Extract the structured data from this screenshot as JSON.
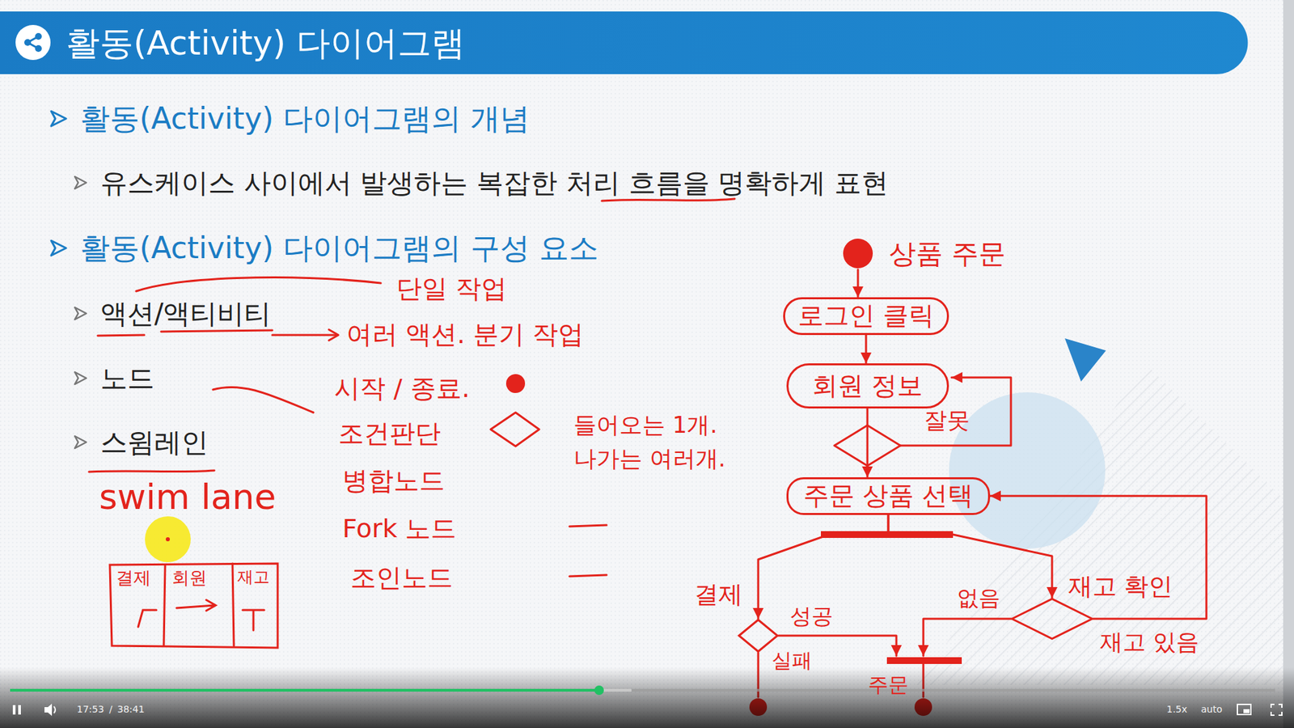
{
  "diagram": {
    "title": "활동(Activity) 다이어그램",
    "nodes": [
      {
        "text": [
          "상품 주문"
        ]
      },
      {
        "text": [
          "로그인 클릭"
        ]
      },
      {
        "text": [
          "회원 정보"
        ]
      },
      {
        "text": [
          "주문 상품 선택"
        ]
      },
      {
        "text": [
          "결제"
        ]
      },
      {
        "text": [
          "재고 확인"
        ]
      }
    ],
    "edges": [
      {
        "from": 0,
        "to": 1,
        "arrow": "to"
      },
      {
        "from": 1,
        "to": 2,
        "arrow": "to"
      },
      {
        "from": 2,
        "to": 3,
        "arrow": "to"
      },
      {
        "from": 3,
        "to": 4,
        "arrow": "to"
      },
      {
        "from": 3,
        "to": 5,
        "arrow": "to"
      },
      {
        "from": 5,
        "to": 3,
        "arrow": "to"
      }
    ],
    "labels": [
      "활동(Activity) 다이어그램의 개념",
      "유스케이스 사이에서 발생하는 복잡한 처리 흐름을 명확하게 표현",
      "활동(Activity) 다이어그램의 구성 요소",
      "액션/액티비티",
      "노드",
      "스윔레인",
      "단일 작업",
      "여러 액션. 분기 작업",
      "시작 / 종료.",
      "조건판단",
      "들어오는 1개.",
      "나가는 여러개.",
      "병합노드",
      "Fork 노드",
      "조인노드",
      "swim lane",
      "결제",
      "회원",
      "재고",
      "잘못",
      "성공",
      "실패",
      "없음",
      "재고 있음",
      "주문",
      "17:53",
      "/",
      "38:41",
      "1.5x",
      "auto"
    ]
  }
}
